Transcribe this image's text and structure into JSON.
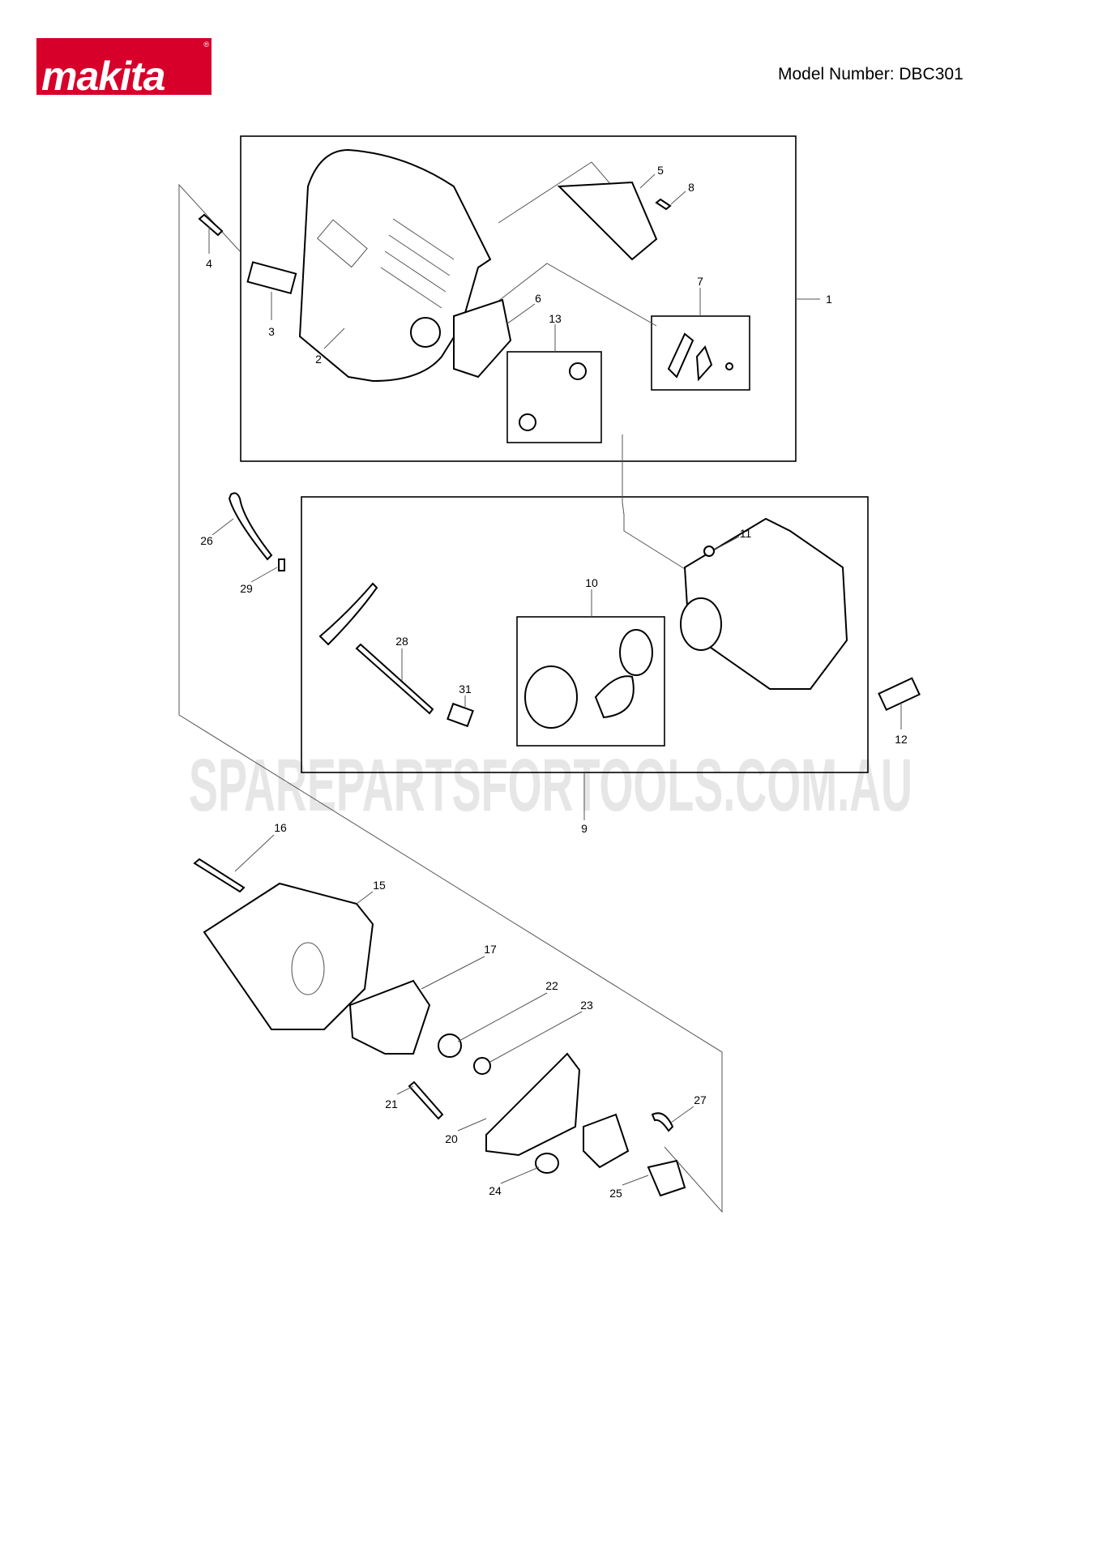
{
  "header": {
    "brand": "makita",
    "brand_color": "#d7002a",
    "model_label": "Model Number: DBC301"
  },
  "watermark": "SPAREPARTSFORTOOLS.COM.AU",
  "diagram": {
    "callouts": [
      "1",
      "2",
      "3",
      "4",
      "5",
      "6",
      "7",
      "8",
      "9",
      "10",
      "11",
      "12",
      "13",
      "15",
      "16",
      "17",
      "20",
      "21",
      "22",
      "23",
      "24",
      "25",
      "26",
      "27",
      "28",
      "29",
      "31"
    ]
  }
}
